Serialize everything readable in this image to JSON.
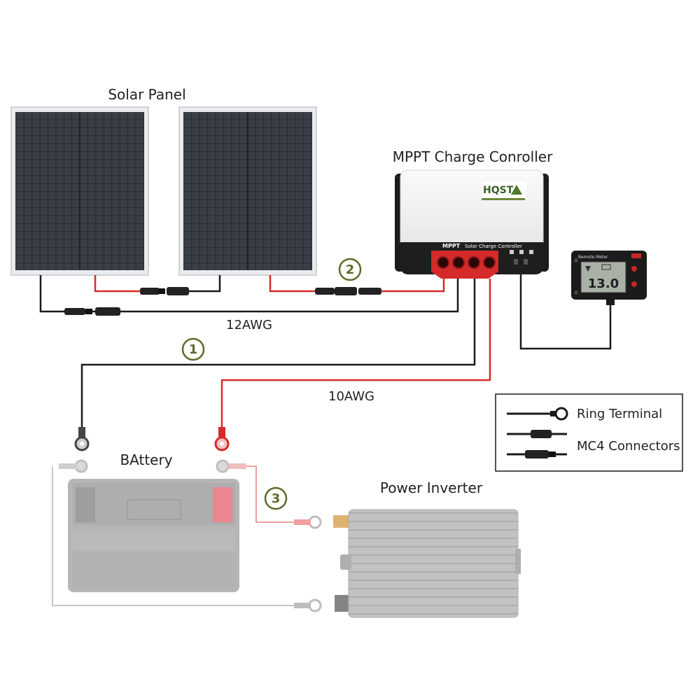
{
  "labels": {
    "solar_panel": "Solar Panel",
    "controller": "MPPT Charge Conroller",
    "battery": "BAttery",
    "inverter": "Power Inverter",
    "awg12": "12AWG",
    "awg10": "10AWG"
  },
  "steps": [
    "1",
    "2",
    "3"
  ],
  "controller": {
    "brand": "HQST",
    "model_text": "MPPT",
    "strip_text": "Solar Charge Controller"
  },
  "remote_meter": {
    "title": "Remote Meter",
    "reading": "13.0"
  },
  "legend": {
    "ring_terminal": "Ring Terminal",
    "mc4_connectors": "MC4 Connectors"
  },
  "colors": {
    "positive_wire": "#d72a2a",
    "negative_wire": "#1a1a1a",
    "step_badge": "#5b6b2a",
    "controller_red": "#d42a2a",
    "faded_wire": "#c8c8c8"
  }
}
